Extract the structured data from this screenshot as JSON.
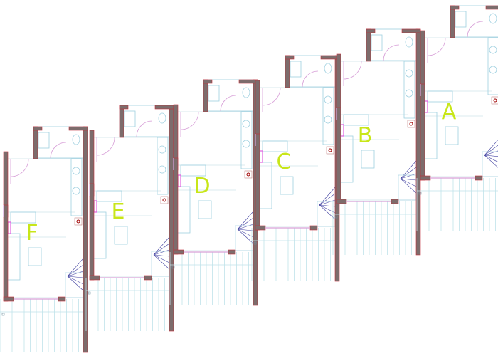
{
  "plan": {
    "units": [
      {
        "label": "F"
      },
      {
        "label": "E"
      },
      {
        "label": "D"
      },
      {
        "label": "C"
      },
      {
        "label": "B"
      },
      {
        "label": "A"
      }
    ],
    "colors": {
      "label": "#c8e619",
      "wall_fill": "#7d6c6c",
      "wall_edge": "#c0303a",
      "fixture": "#9fd0e0",
      "partition": "#d8a0d8",
      "radiator": "#e060e0",
      "stair": "#4040a0",
      "terrace": "#bfe3ea"
    }
  }
}
